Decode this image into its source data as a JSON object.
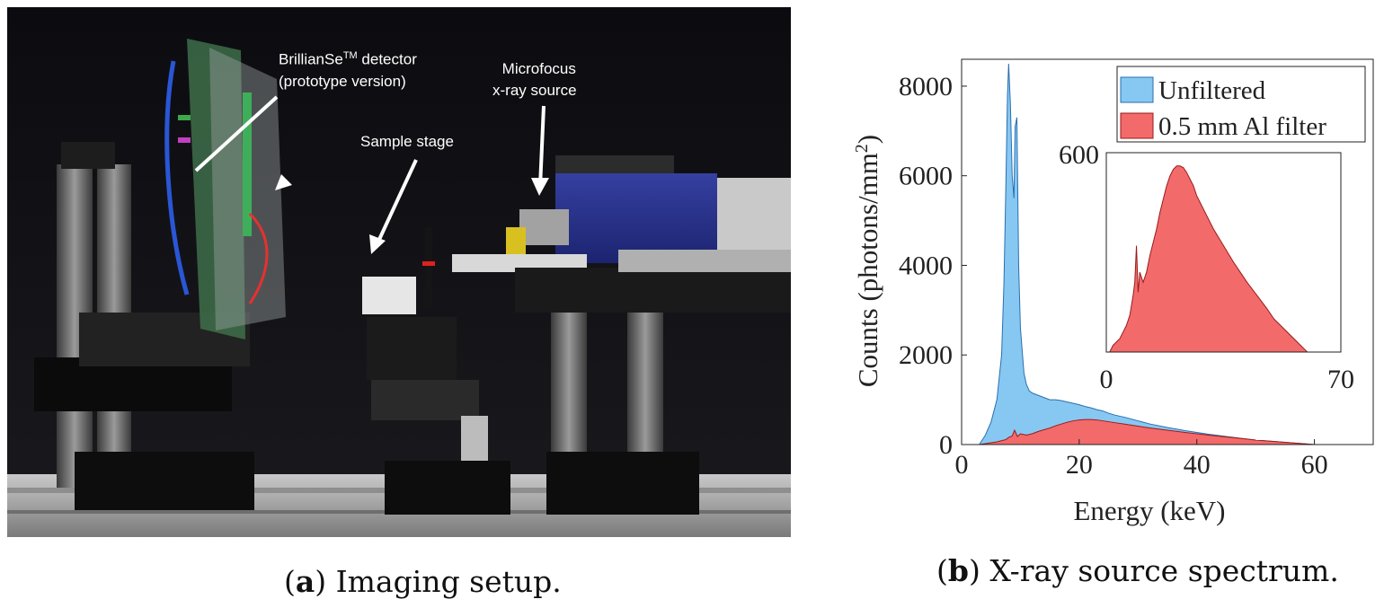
{
  "panel_a": {
    "labels": {
      "detector_line1": "BrillianSe",
      "detector_tm": "TM",
      "detector_line1_suffix": " detector",
      "detector_line2": "(prototype version)",
      "source_line1": "Microfocus",
      "source_line2": "x-ray source",
      "stage": "Sample stage"
    },
    "caption_letter": "a",
    "caption_text": " Imaging setup."
  },
  "panel_b": {
    "caption_letter": "b",
    "caption_text": " X-ray source spectrum."
  },
  "chart_data": [
    {
      "type": "area",
      "title": "",
      "xlabel": "Energy (keV)",
      "ylabel": "Counts (photons/mm",
      "ylabel_sup": "2",
      "ylabel_end": ")",
      "xlim": [
        0,
        70
      ],
      "ylim": [
        0,
        8600
      ],
      "xticks": [
        0,
        20,
        40,
        60
      ],
      "yticks": [
        0,
        2000,
        4000,
        6000,
        8000
      ],
      "grid": false,
      "legend_position": "top-right",
      "series": [
        {
          "name": "Unfiltered",
          "color": "#87c8f2",
          "edge": "#2a6fb0",
          "x": [
            3,
            4,
            5,
            6,
            6.8,
            7.2,
            7.5,
            7.8,
            8.0,
            8.3,
            8.6,
            8.9,
            9.1,
            9.4,
            9.7,
            10.0,
            10.3,
            10.6,
            11,
            11.5,
            12,
            13,
            14,
            15,
            16,
            17,
            18,
            19,
            20,
            21,
            22,
            23,
            24,
            25,
            26,
            28,
            30,
            32,
            35,
            38,
            40,
            42,
            45,
            48,
            50,
            52,
            55,
            57,
            58,
            59,
            60,
            62,
            65,
            70
          ],
          "y": [
            0,
            200,
            500,
            1000,
            2000,
            3600,
            5600,
            7800,
            8500,
            7600,
            6000,
            5500,
            7100,
            7300,
            4000,
            2600,
            2100,
            1600,
            1350,
            1200,
            1150,
            1100,
            1050,
            1000,
            1000,
            980,
            950,
            920,
            890,
            850,
            820,
            780,
            750,
            700,
            660,
            600,
            530,
            460,
            380,
            310,
            270,
            230,
            180,
            130,
            100,
            80,
            50,
            30,
            20,
            10,
            0,
            0,
            0,
            0
          ]
        },
        {
          "name": "0.5 mm Al filter",
          "color": "#f26a6a",
          "edge": "#9a1b1b",
          "x": [
            3,
            4,
            6,
            7.5,
            8,
            8.6,
            9.0,
            9.5,
            10,
            11,
            12,
            13,
            14,
            15,
            16,
            17,
            18,
            19,
            20,
            21,
            22,
            23,
            24,
            25,
            26,
            28,
            30,
            32,
            35,
            38,
            40,
            42,
            45,
            48,
            50,
            52,
            55,
            57,
            58,
            59,
            60,
            62,
            65,
            70
          ],
          "y": [
            0,
            20,
            60,
            110,
            160,
            190,
            320,
            180,
            240,
            210,
            240,
            290,
            330,
            370,
            420,
            460,
            500,
            530,
            550,
            560,
            560,
            550,
            530,
            510,
            490,
            450,
            410,
            370,
            320,
            270,
            240,
            210,
            170,
            130,
            100,
            80,
            50,
            30,
            20,
            10,
            0,
            0,
            0,
            0
          ]
        }
      ]
    },
    {
      "type": "area",
      "inset": true,
      "title": "",
      "xlim": [
        0,
        70
      ],
      "ylim": [
        0,
        600
      ],
      "xticks": [
        0,
        70
      ],
      "yticks": [
        600
      ],
      "series_ref": "0.5 mm Al filter",
      "color": "#f26a6a",
      "edge": "#9a1b1b",
      "x": [
        1,
        2,
        3,
        4,
        5,
        6,
        7,
        7.5,
        8,
        8.5,
        9,
        9.5,
        10,
        11,
        12,
        13,
        14,
        15,
        16,
        17,
        18,
        19,
        20,
        21,
        22,
        23,
        24,
        25,
        26,
        27,
        28,
        30,
        32,
        35,
        38,
        40,
        42,
        45,
        48,
        50,
        52,
        55,
        57,
        58,
        59,
        60,
        61,
        65,
        70
      ],
      "y": [
        0,
        20,
        30,
        40,
        60,
        80,
        110,
        140,
        170,
        210,
        320,
        180,
        240,
        210,
        240,
        290,
        330,
        370,
        420,
        460,
        500,
        530,
        550,
        560,
        560,
        555,
        540,
        520,
        500,
        470,
        450,
        410,
        370,
        320,
        270,
        240,
        210,
        170,
        130,
        100,
        80,
        50,
        30,
        20,
        10,
        0,
        0,
        0,
        0
      ]
    }
  ]
}
